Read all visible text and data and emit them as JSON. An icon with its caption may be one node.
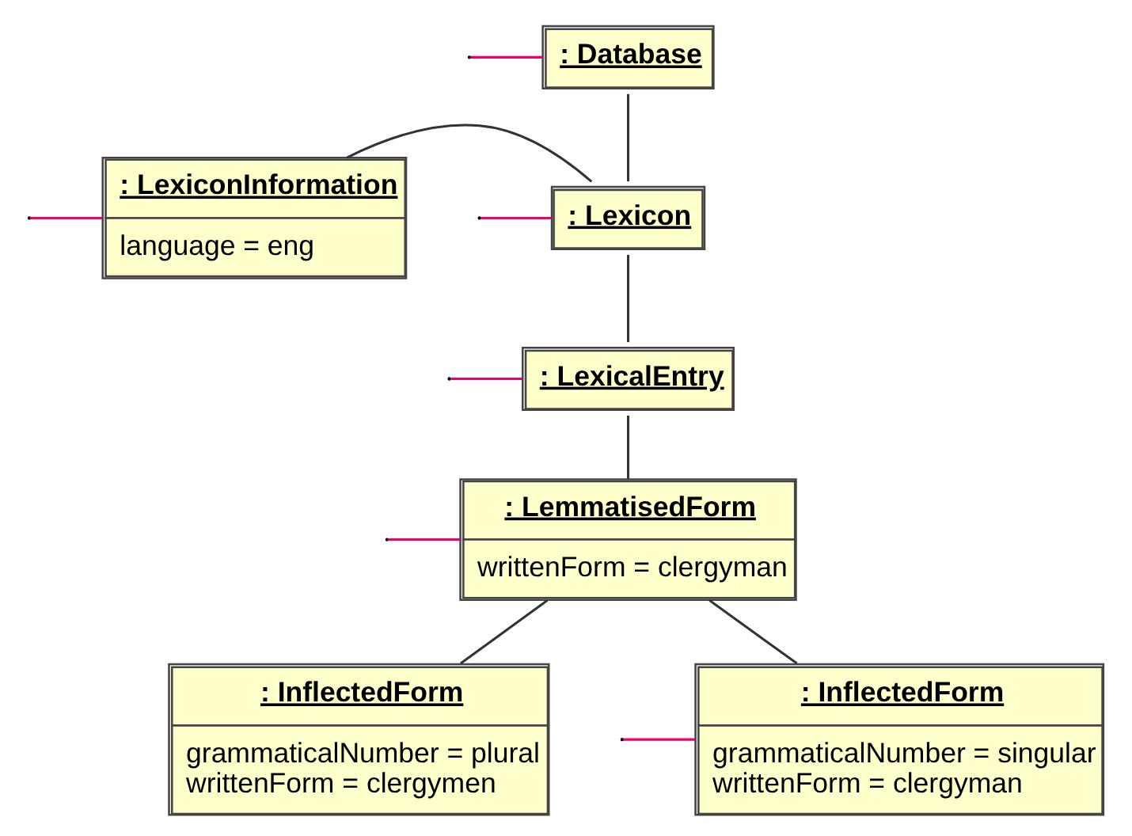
{
  "diagram": {
    "nodes": [
      {
        "text": [
          ": Database"
        ]
      },
      {
        "text": [
          ": LexiconInformation",
          "language = eng"
        ]
      },
      {
        "text": [
          ": Lexicon"
        ]
      },
      {
        "text": [
          ": LexicalEntry"
        ]
      },
      {
        "text": [
          ": LemmatisedForm",
          "writtenForm = clergyman"
        ]
      },
      {
        "text": [
          ": InflectedForm",
          "grammaticalNumber = singular",
          "writtenForm = clergyman"
        ]
      },
      {
        "text": [
          ": InflectedForm",
          "grammaticalNumber = plural",
          "writtenForm = clergymen"
        ]
      }
    ],
    "edges": [
      {
        "from": 0,
        "to": 2,
        "arrow": "none"
      },
      {
        "from": 1,
        "to": 2,
        "arrow": "none"
      },
      {
        "from": 2,
        "to": 3,
        "arrow": "none"
      },
      {
        "from": 3,
        "to": 4,
        "arrow": "none"
      },
      {
        "from": 4,
        "to": 5,
        "arrow": "none"
      },
      {
        "from": 4,
        "to": 6,
        "arrow": "none"
      },
      {
        "from": null,
        "to": 0,
        "arrow": "none",
        "color": "#ee0066"
      },
      {
        "from": null,
        "to": 2,
        "arrow": "none",
        "color": "#ee0066"
      },
      {
        "from": null,
        "to": 1,
        "arrow": "none",
        "color": "#ee0066"
      },
      {
        "from": null,
        "to": 3,
        "arrow": "none",
        "color": "#ee0066"
      },
      {
        "from": null,
        "to": 4,
        "arrow": "none",
        "color": "#ee0066"
      },
      {
        "from": null,
        "to": 5,
        "arrow": "none",
        "color": "#ee0066"
      }
    ]
  }
}
